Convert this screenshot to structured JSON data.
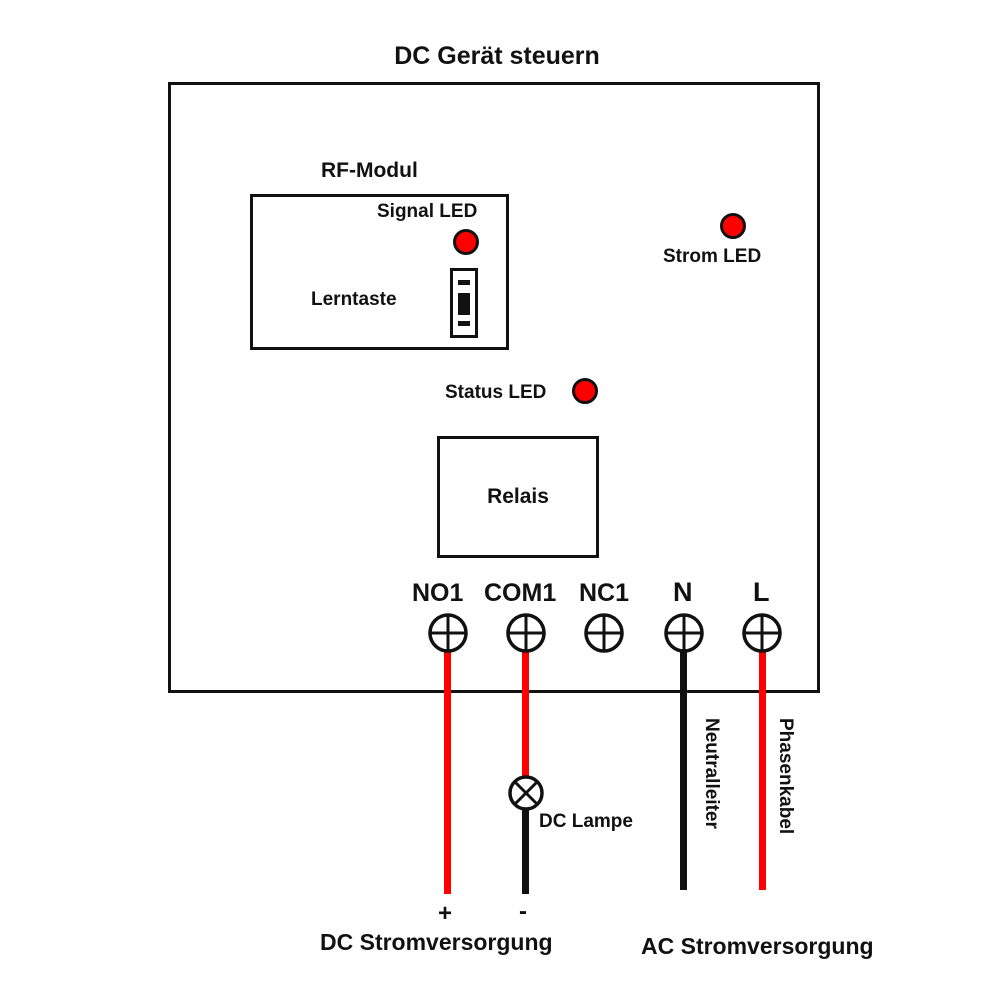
{
  "title": "DC Gerät steuern",
  "colors": {
    "led": "#ff0000",
    "wire_red": "#ff0000",
    "wire_black": "#111111",
    "line": "#111111"
  },
  "rf_module": {
    "label": "RF-Modul",
    "signal_led_label": "Signal LED",
    "learn_button_label": "Lerntaste"
  },
  "strom_led_label": "Strom LED",
  "status_led_label": "Status LED",
  "relay_label": "Relais",
  "terminals": [
    {
      "label": "NO1",
      "icon": "terminal-screw"
    },
    {
      "label": "COM1",
      "icon": "terminal-screw"
    },
    {
      "label": "NC1",
      "icon": "terminal-screw"
    },
    {
      "label": "N",
      "icon": "terminal-screw"
    },
    {
      "label": "L",
      "icon": "terminal-screw"
    }
  ],
  "lamp": {
    "label": "DC Lampe",
    "icon": "lamp-symbol"
  },
  "wires": {
    "neutral_label": "Neutralleiter",
    "phase_label": "Phasenkabel"
  },
  "dc_supply": {
    "plus": "+",
    "minus": "-",
    "label": "DC Stromversorgung"
  },
  "ac_supply": {
    "label": "AC Stromversorgung"
  }
}
